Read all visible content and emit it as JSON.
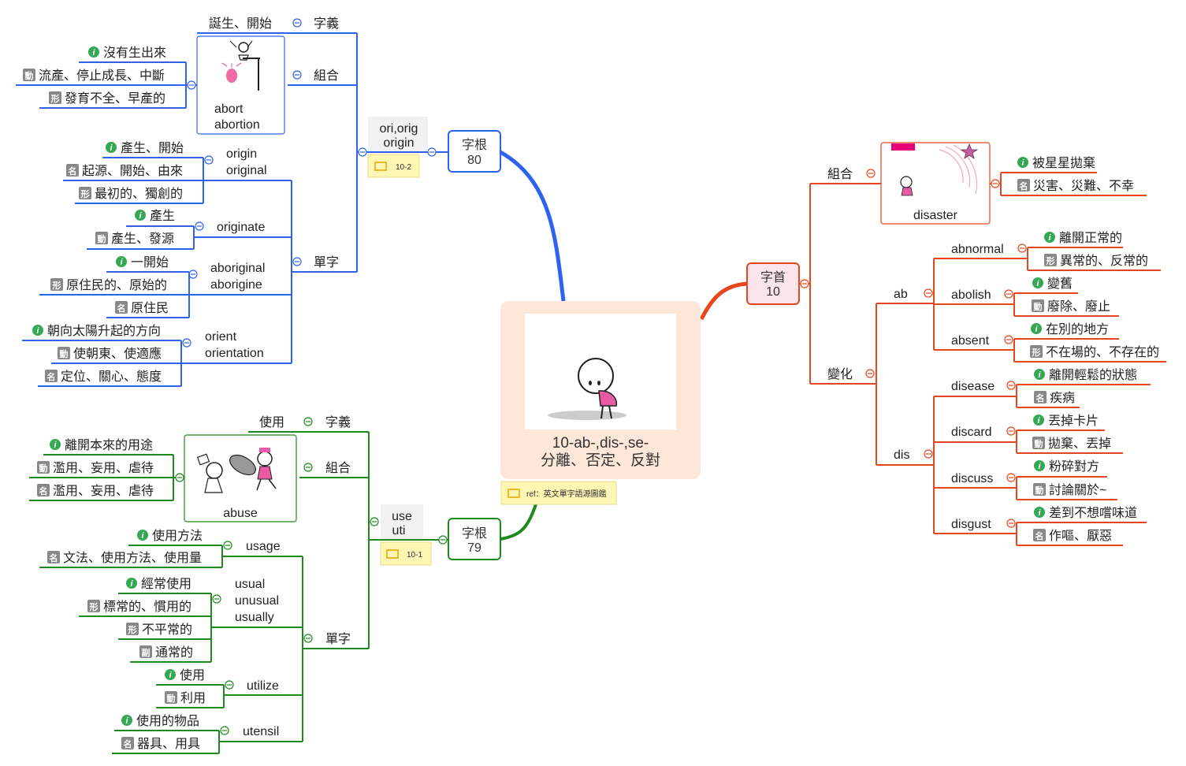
{
  "colors": {
    "blue": "#2e62f0",
    "green": "#1e8a1e",
    "red": "#e8461c",
    "center_fill": "#fde7d9",
    "redbox_fill": "#fce4ec",
    "note_fill": "#fff6b3",
    "tag_fill": "#888888",
    "info_fill": "#34a853",
    "accent_pink": "#e7007a"
  },
  "center": {
    "line1": "10-ab-,dis-,se-",
    "line2": "分離、否定、反對",
    "ref": "ref：英文單字語源圖鑑"
  },
  "root80": {
    "label1": "字根",
    "label2": "80",
    "forms1": "ori,orig",
    "forms2": "origin",
    "note": "10-2",
    "meaning_label": "字義",
    "meaning": "誕生、開始",
    "combo_label": "組合",
    "combo_words1": "abort",
    "combo_words2": "abortion",
    "combo_senses": [
      {
        "tag": "i",
        "text": "沒有生出來"
      },
      {
        "tag": "動",
        "text": "流產、停止成長、中斷"
      },
      {
        "tag": "形",
        "text": "發育不全、早產的"
      }
    ],
    "words_label": "單字",
    "words": [
      {
        "name1": "origin",
        "name2": "original",
        "senses": [
          {
            "tag": "i",
            "text": "產生、開始"
          },
          {
            "tag": "名",
            "text": "起源、開始、由來"
          },
          {
            "tag": "形",
            "text": "最初的、獨創的"
          }
        ]
      },
      {
        "name1": "originate",
        "name2": "",
        "senses": [
          {
            "tag": "i",
            "text": "產生"
          },
          {
            "tag": "動",
            "text": "產生、發源"
          }
        ]
      },
      {
        "name1": "aboriginal",
        "name2": "aborigine",
        "senses": [
          {
            "tag": "i",
            "text": "一開始"
          },
          {
            "tag": "形",
            "text": "原住民的、原始的"
          },
          {
            "tag": "名",
            "text": "原住民"
          }
        ]
      },
      {
        "name1": "orient",
        "name2": "orientation",
        "senses": [
          {
            "tag": "i",
            "text": "朝向太陽升起的方向"
          },
          {
            "tag": "動",
            "text": "使朝東、使適應"
          },
          {
            "tag": "名",
            "text": "定位、關心、態度"
          }
        ]
      }
    ]
  },
  "root79": {
    "label1": "字根",
    "label2": "79",
    "forms1": "use",
    "forms2": "uti",
    "note": "10-1",
    "meaning_label": "字義",
    "meaning": "使用",
    "combo_label": "組合",
    "combo_word": "abuse",
    "combo_senses": [
      {
        "tag": "i",
        "text": "離開本來的用途"
      },
      {
        "tag": "動",
        "text": "濫用、妄用、虐待"
      },
      {
        "tag": "名",
        "text": "濫用、妄用、虐待"
      }
    ],
    "words_label": "單字",
    "words": [
      {
        "name1": "usage",
        "senses": [
          {
            "tag": "i",
            "text": "使用方法"
          },
          {
            "tag": "名",
            "text": "文法、使用方法、使用量"
          }
        ]
      },
      {
        "name1": "usual",
        "name2": "unusual",
        "name3": "usually",
        "senses": [
          {
            "tag": "i",
            "text": "經常使用"
          },
          {
            "tag": "形",
            "text": "標常的、慣用的"
          },
          {
            "tag": "形",
            "text": "不平常的"
          },
          {
            "tag": "副",
            "text": "通常的"
          }
        ]
      },
      {
        "name1": "utilize",
        "senses": [
          {
            "tag": "i",
            "text": "使用"
          },
          {
            "tag": "動",
            "text": "利用"
          }
        ]
      },
      {
        "name1": "utensil",
        "senses": [
          {
            "tag": "i",
            "text": "使用的物品"
          },
          {
            "tag": "名",
            "text": "器具、用具"
          }
        ]
      }
    ]
  },
  "prefix": {
    "label1": "字首",
    "label2": "10",
    "combo_label": "組合",
    "combo_word": "disaster",
    "combo_senses": [
      {
        "tag": "i",
        "text": "被星星拋棄"
      },
      {
        "tag": "名",
        "text": "災害、災難、不幸"
      }
    ],
    "variants_label": "變化",
    "ab_label": "ab",
    "ab_words": [
      {
        "name": "abnormal",
        "senses": [
          {
            "tag": "i",
            "text": "離開正常的"
          },
          {
            "tag": "形",
            "text": "異常的、反常的"
          }
        ]
      },
      {
        "name": "abolish",
        "senses": [
          {
            "tag": "i",
            "text": "變舊"
          },
          {
            "tag": "動",
            "text": "廢除、廢止"
          }
        ]
      },
      {
        "name": "absent",
        "senses": [
          {
            "tag": "i",
            "text": "在別的地方"
          },
          {
            "tag": "形",
            "text": "不在場的、不存在的"
          }
        ]
      }
    ],
    "dis_label": "dis",
    "dis_words": [
      {
        "name": "disease",
        "senses": [
          {
            "tag": "i",
            "text": "離開輕鬆的狀態"
          },
          {
            "tag": "名",
            "text": "疾病"
          }
        ]
      },
      {
        "name": "discard",
        "senses": [
          {
            "tag": "i",
            "text": "丟掉卡片"
          },
          {
            "tag": "動",
            "text": "拋棄、丟掉"
          }
        ]
      },
      {
        "name": "discuss",
        "senses": [
          {
            "tag": "i",
            "text": "粉碎對方"
          },
          {
            "tag": "動",
            "text": "討論關於~"
          }
        ]
      },
      {
        "name": "disgust",
        "senses": [
          {
            "tag": "i",
            "text": "差到不想嚐味道"
          },
          {
            "tag": "名",
            "text": "作嘔、厭惡"
          }
        ]
      }
    ]
  }
}
